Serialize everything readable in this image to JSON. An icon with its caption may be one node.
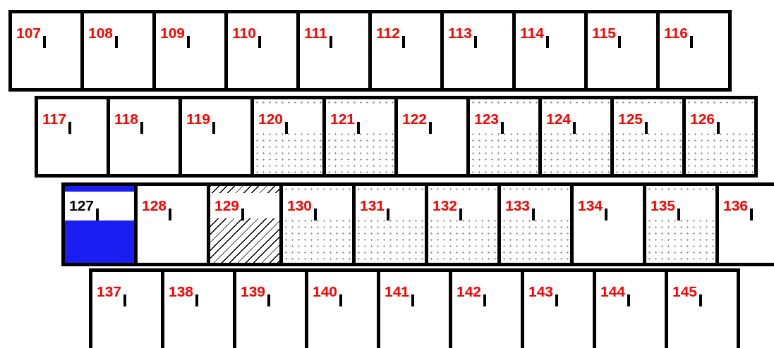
{
  "diagram": {
    "nodes": [
      {
        "text": [
          "107"
        ]
      },
      {
        "text": [
          "108"
        ]
      },
      {
        "text": [
          "109"
        ]
      },
      {
        "text": [
          "110"
        ]
      },
      {
        "text": [
          "111"
        ]
      },
      {
        "text": [
          "112"
        ]
      },
      {
        "text": [
          "113"
        ]
      },
      {
        "text": [
          "114"
        ]
      },
      {
        "text": [
          "115"
        ]
      },
      {
        "text": [
          "116"
        ]
      },
      {
        "text": [
          "117"
        ]
      },
      {
        "text": [
          "118"
        ]
      },
      {
        "text": [
          "119"
        ]
      },
      {
        "text": [
          "120"
        ]
      },
      {
        "text": [
          "121"
        ]
      },
      {
        "text": [
          "122"
        ]
      },
      {
        "text": [
          "123"
        ]
      },
      {
        "text": [
          "124"
        ]
      },
      {
        "text": [
          "125"
        ]
      },
      {
        "text": [
          "126"
        ]
      },
      {
        "text": [
          "127"
        ]
      },
      {
        "text": [
          "128"
        ]
      },
      {
        "text": [
          "129"
        ]
      },
      {
        "text": [
          "130"
        ]
      },
      {
        "text": [
          "131"
        ]
      },
      {
        "text": [
          "132"
        ]
      },
      {
        "text": [
          "133"
        ]
      },
      {
        "text": [
          "134"
        ]
      },
      {
        "text": [
          "135"
        ]
      },
      {
        "text": [
          "136"
        ]
      },
      {
        "text": [
          "137"
        ]
      },
      {
        "text": [
          "138"
        ]
      },
      {
        "text": [
          "139"
        ]
      },
      {
        "text": [
          "140"
        ]
      },
      {
        "text": [
          "141"
        ]
      },
      {
        "text": [
          "142"
        ]
      },
      {
        "text": [
          "143"
        ]
      },
      {
        "text": [
          "144"
        ]
      },
      {
        "text": [
          "145"
        ]
      }
    ]
  }
}
